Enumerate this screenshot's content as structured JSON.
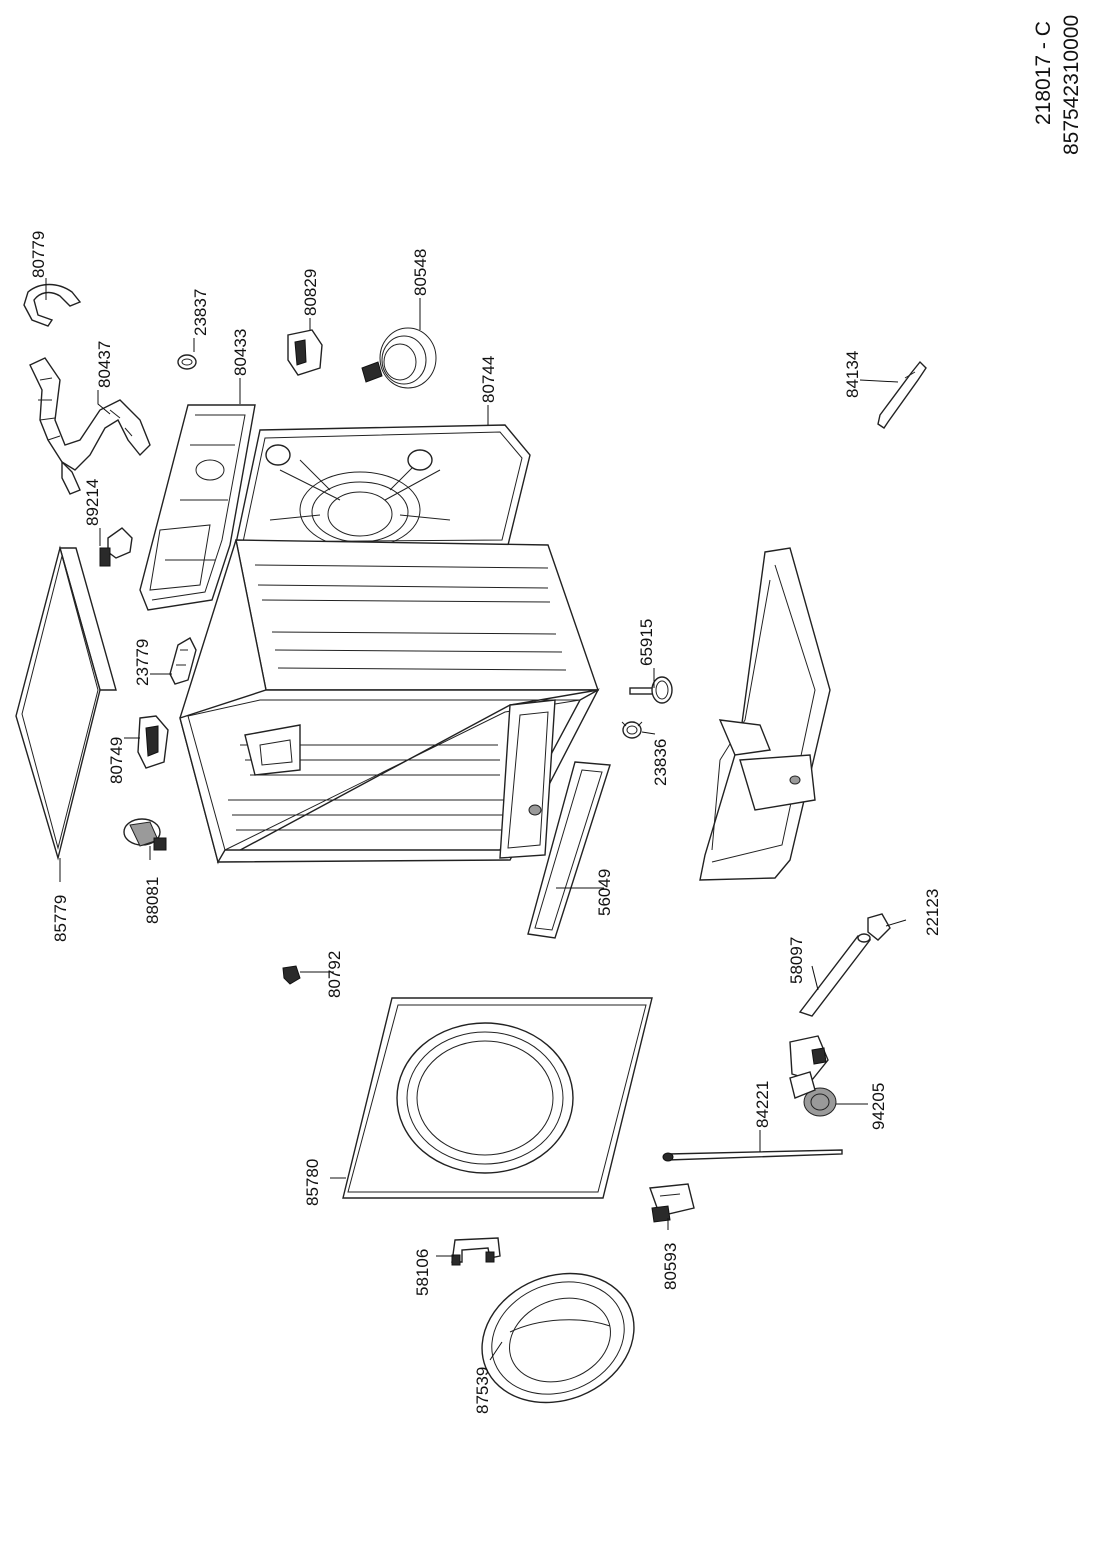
{
  "document": {
    "drawing_id": "218017 - C",
    "product_code": "857542310000"
  },
  "callouts": {
    "p80779": "80779",
    "p80437": "80437",
    "p23837": "23837",
    "p80433": "80433",
    "p80829": "80829",
    "p80548": "80548",
    "p80744": "80744",
    "p84134": "84134",
    "p89214": "89214",
    "p23779": "23779",
    "p65915": "65915",
    "p80749": "80749",
    "p23836": "23836",
    "p88081": "88081",
    "p85779": "85779",
    "p56049": "56049",
    "p22123": "22123",
    "p58097": "58097",
    "p80792": "80792",
    "p94205": "94205",
    "p84221": "84221",
    "p85780": "85780",
    "p80593": "80593",
    "p58106": "58106",
    "p87539": "87539"
  }
}
